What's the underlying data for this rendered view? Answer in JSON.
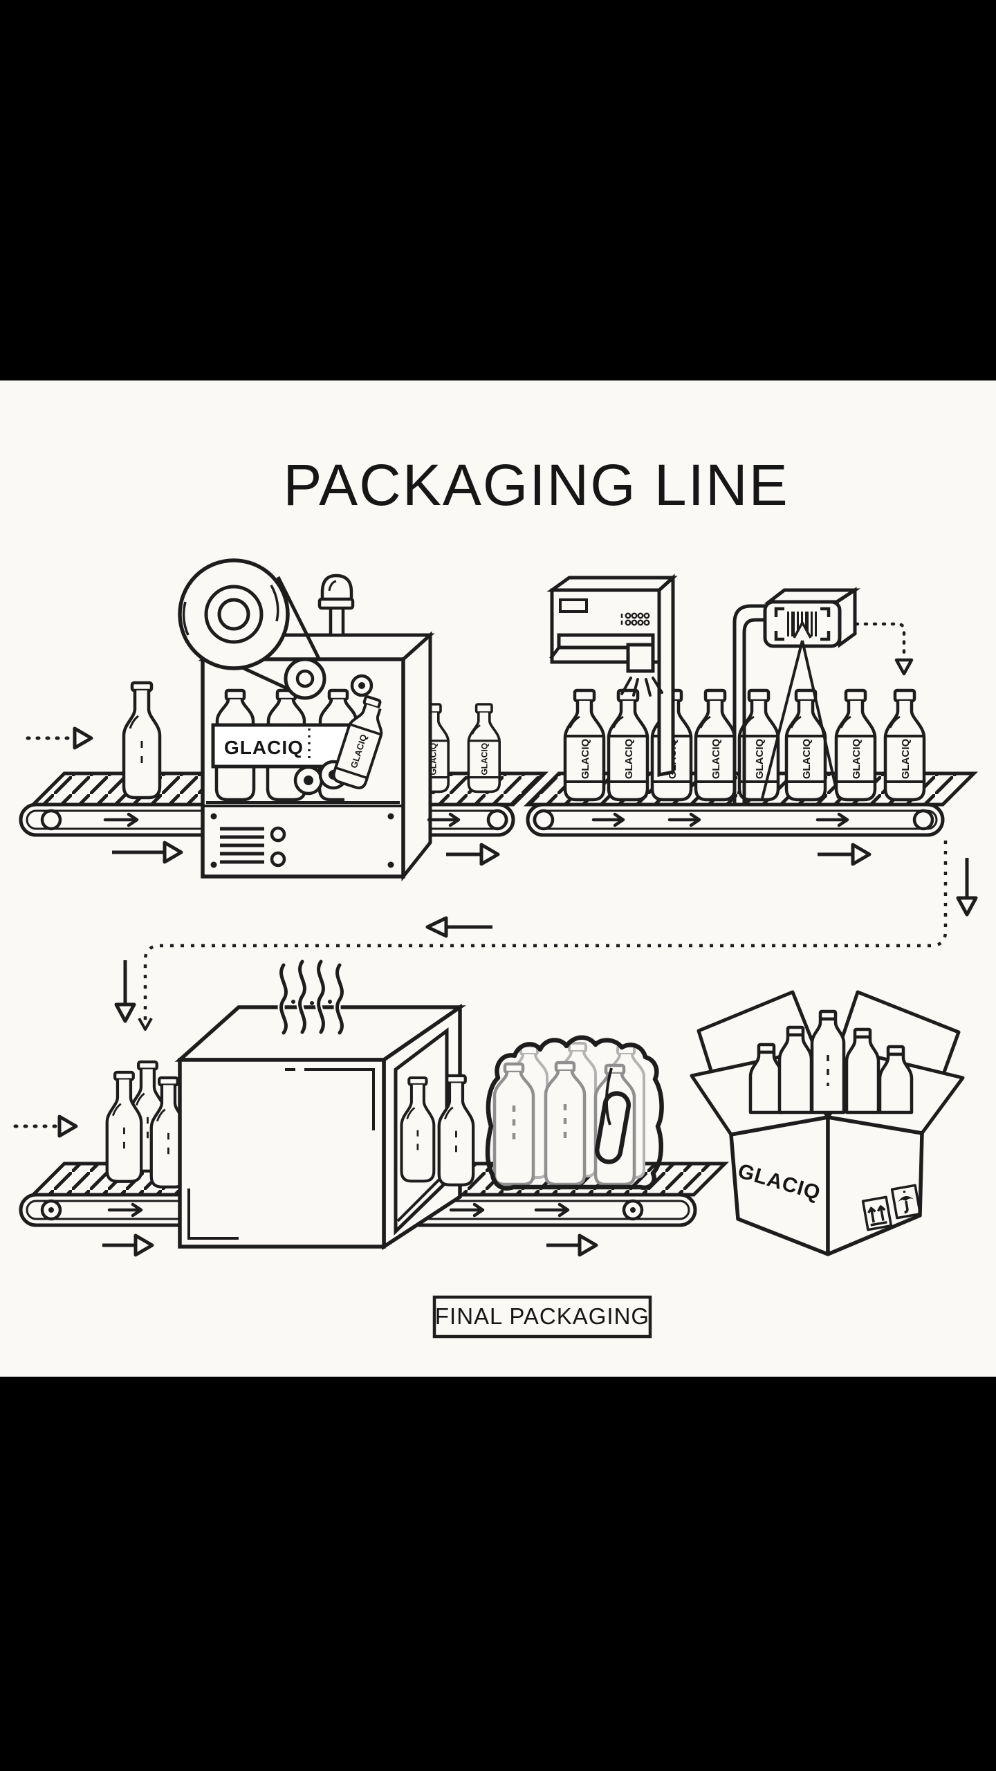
{
  "title": "PACKAGING LINE",
  "brand": "GLACIQ",
  "final_stage": "FINAL PACKAGING",
  "palette": {
    "background": "#faf9f6",
    "letterbox": "#000000",
    "ink": "#1d1d1d",
    "pack_shadow_gray": "#8f8f8f",
    "pack_back_gray": "#b3b3b3"
  },
  "counts": {
    "conveyors": 3,
    "bottles_inside_labeler": 3,
    "labeled_bottles_after_labeler": 2,
    "labeled_bottles_main_line": 8,
    "plain_bottles_entering_tunnel": 3,
    "bottles_exiting_tunnel": 2,
    "bottles_in_shrink_pack": 6,
    "bottles_in_box": 5
  },
  "icons": [
    "label-reel-icon",
    "indicator-lamp-icon",
    "inkjet-coder-icon",
    "barcode-scanner-icon",
    "scan-beams-icon",
    "steam-icon",
    "shrink-wrap-handle-icon",
    "this-way-up-icon",
    "keep-dry-umbrella-icon",
    "conveyor-arrow-icon",
    "dashed-flow-arrow-icon"
  ]
}
